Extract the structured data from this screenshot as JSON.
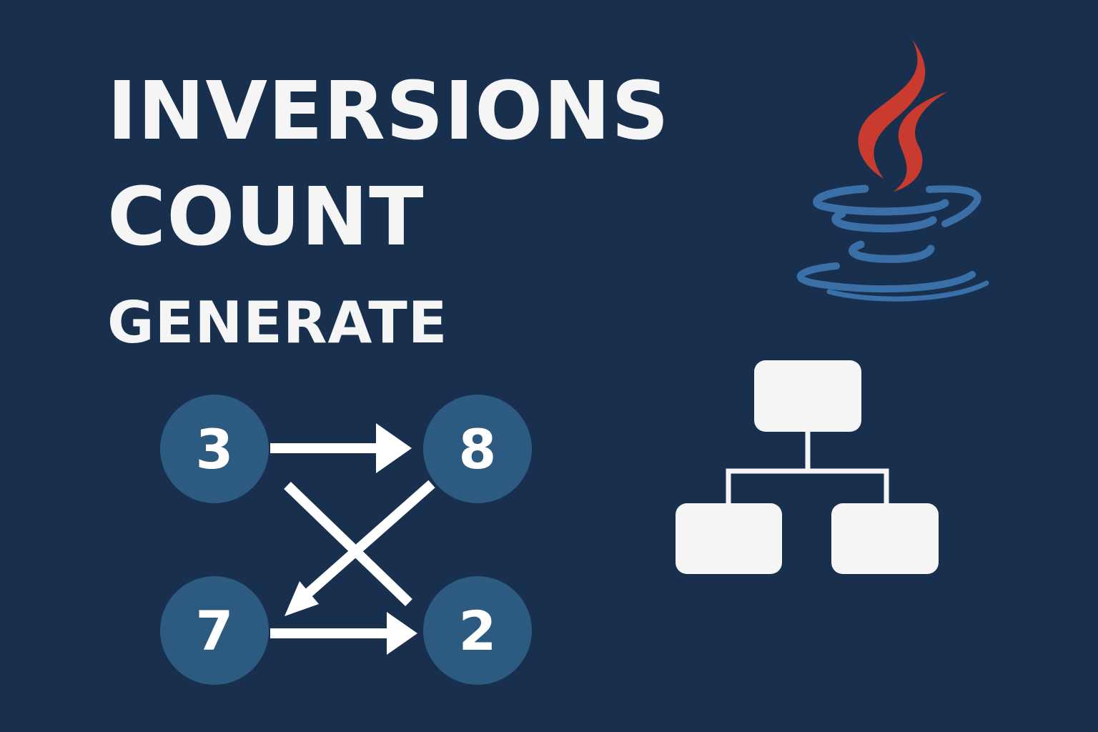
{
  "title": {
    "line1": "INVERSIONS",
    "line2": "COUNT",
    "line3": "GENERATE"
  },
  "diagram": {
    "nodes": [
      "3",
      "8",
      "7",
      "2"
    ]
  },
  "icons": {
    "logo": "java-coffee-cup-icon",
    "hierarchy": "tree-hierarchy-icon"
  },
  "colors": {
    "background": "#18304d",
    "node_fill": "#2d5a80",
    "text": "#f5f5f5",
    "steam_red": "#c93b2f",
    "cup_blue": "#3a6fa8"
  }
}
